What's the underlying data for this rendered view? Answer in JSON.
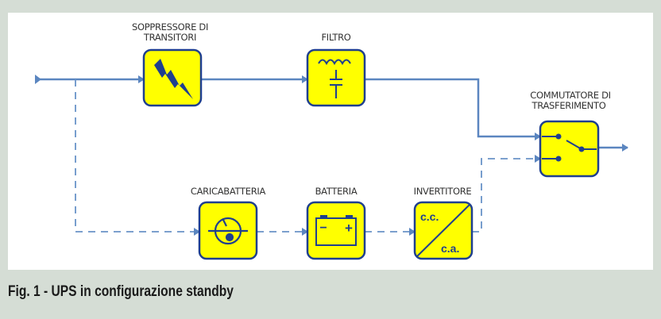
{
  "diagram": {
    "blocks": {
      "suppressor": {
        "label_line1": "SOPPRESSORE DI",
        "label_line2": "TRANSITORI",
        "icon": "lightning-icon"
      },
      "filter": {
        "label": "FILTRO",
        "icon": "inductor-capacitor-icon"
      },
      "transfer_switch": {
        "label_line1": "COMMUTATORE DI",
        "label_line2": "TRASFERIMENTO",
        "icon": "switch-icon"
      },
      "charger": {
        "label": "CARICABATTERIA",
        "icon": "charger-meter-icon"
      },
      "battery": {
        "label": "BATTERIA",
        "icon": "battery-icon",
        "minus": "−",
        "plus": "+"
      },
      "inverter": {
        "label": "INVERTITORE",
        "dc": "c.c.",
        "ac": "c.a."
      }
    },
    "colors": {
      "box_fill": "#ffff00",
      "box_border": "#1f3f8f",
      "line": "#5b86c0",
      "background": "#d5ddd5"
    }
  },
  "caption": "Fig. 1 - UPS in configurazione standby"
}
